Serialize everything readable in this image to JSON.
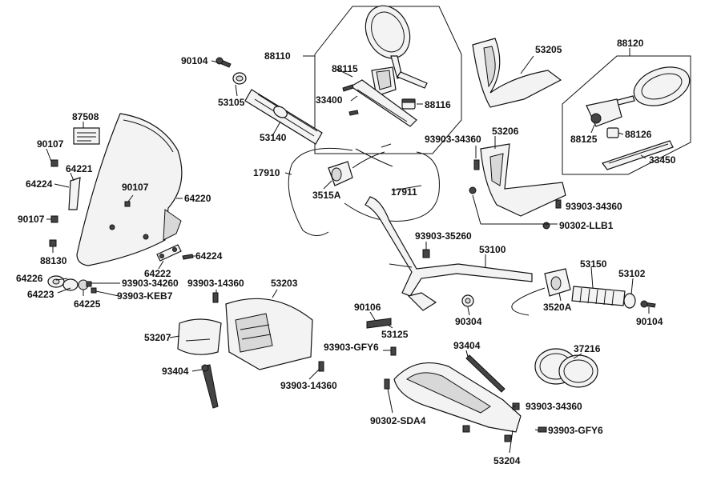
{
  "labels": {
    "l90104a": "90104",
    "l88110": "88110",
    "l53105": "53105",
    "l53140": "53140",
    "l88115": "88115",
    "l33400": "33400",
    "l88116": "88116",
    "l53205": "53205",
    "l88120": "88120",
    "l87508": "87508",
    "l90107a": "90107",
    "l64221": "64221",
    "l64224a": "64224",
    "l90107b": "90107",
    "l64220": "64220",
    "l90107c": "90107",
    "l88130": "88130",
    "l64222": "64222",
    "l64224b": "64224",
    "l64226": "64226",
    "l64223": "64223",
    "l64225": "64225",
    "l93903_34260": "93903-34260",
    "l93903_KEB7": "93903-KEB7",
    "l17910": "17910",
    "l3515A": "3515A",
    "l17911": "17911",
    "l93903_34360a": "93903-34360",
    "l53206": "53206",
    "l93903_34360b": "93903-34360",
    "l90302_LLB1": "90302-LLB1",
    "l88125": "88125",
    "l88126": "88126",
    "l33450": "33450",
    "l93903_35260": "93903-35260",
    "l53100": "53100",
    "l53150": "53150",
    "l53102": "53102",
    "l93903_14360a": "93903-14360",
    "l53203": "53203",
    "l90106": "90106",
    "l90304": "90304",
    "l3520A": "3520A",
    "l90104b": "90104",
    "l53125": "53125",
    "l53207": "53207",
    "l93903_GFY6a": "93903-GFY6",
    "l93404a": "93404",
    "l37216": "37216",
    "l93404b": "93404",
    "l93903_14360b": "93903-14360",
    "l93903_34360c": "93903-34360",
    "l90302_SDA4": "90302-SDA4",
    "l93903_GFY6b": "93903-GFY6",
    "l53204": "53204"
  }
}
